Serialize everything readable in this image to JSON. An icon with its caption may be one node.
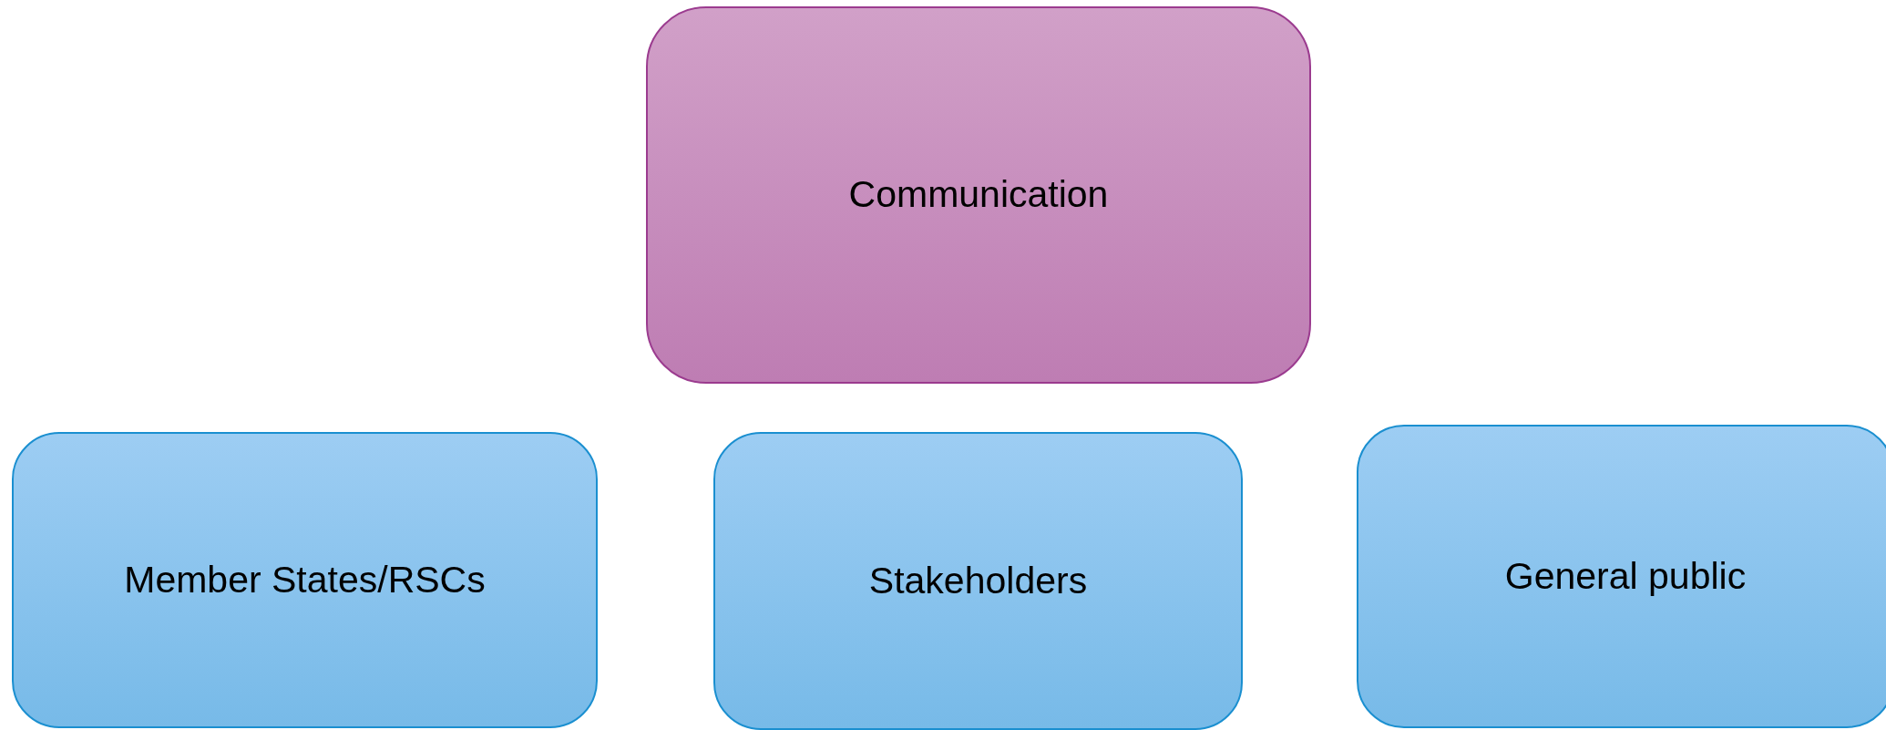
{
  "diagram": {
    "nodes": [
      {
        "text": [
          "Communication"
        ]
      },
      {
        "text": [
          "Member States/RSCs"
        ]
      },
      {
        "text": [
          "Stakeholders"
        ]
      },
      {
        "text": [
          "General public"
        ]
      }
    ]
  }
}
